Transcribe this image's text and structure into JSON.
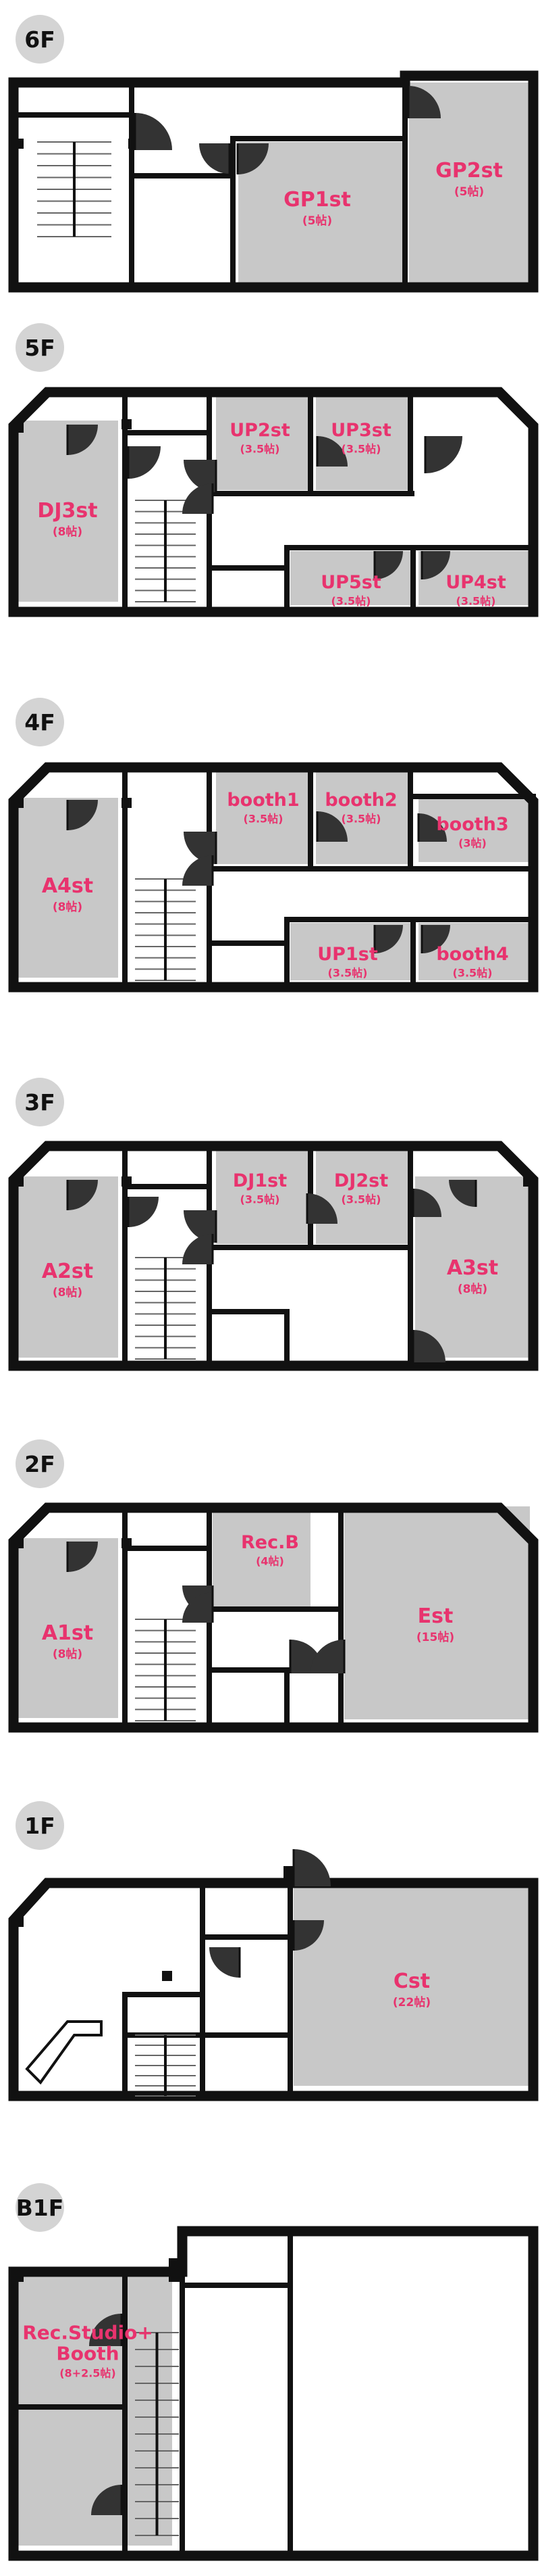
{
  "floors": [
    {
      "label": "6F",
      "rooms": [
        {
          "name": "GP1st",
          "size": "(5帖)"
        },
        {
          "name": "GP2st",
          "size": "(5帖)"
        }
      ]
    },
    {
      "label": "5F",
      "rooms": [
        {
          "name": "DJ3st",
          "size": "(8帖)"
        },
        {
          "name": "UP2st",
          "size": "(3.5帖)"
        },
        {
          "name": "UP3st",
          "size": "(3.5帖)"
        },
        {
          "name": "UP5st",
          "size": "(3.5帖)"
        },
        {
          "name": "UP4st",
          "size": "(3.5帖)"
        }
      ]
    },
    {
      "label": "4F",
      "rooms": [
        {
          "name": "A4st",
          "size": "(8帖)"
        },
        {
          "name": "booth1",
          "size": "(3.5帖)"
        },
        {
          "name": "booth2",
          "size": "(3.5帖)"
        },
        {
          "name": "booth3",
          "size": "(3帖)"
        },
        {
          "name": "UP1st",
          "size": "(3.5帖)"
        },
        {
          "name": "booth4",
          "size": "(3.5帖)"
        }
      ]
    },
    {
      "label": "3F",
      "rooms": [
        {
          "name": "A2st",
          "size": "(8帖)"
        },
        {
          "name": "DJ1st",
          "size": "(3.5帖)"
        },
        {
          "name": "DJ2st",
          "size": "(3.5帖)"
        },
        {
          "name": "A3st",
          "size": "(8帖)"
        }
      ]
    },
    {
      "label": "2F",
      "rooms": [
        {
          "name": "A1st",
          "size": "(8帖)"
        },
        {
          "name": "Rec.B",
          "size": "(4帖)"
        },
        {
          "name": "Est",
          "size": "(15帖)"
        }
      ]
    },
    {
      "label": "1F",
      "rooms": [
        {
          "name": "Cst",
          "size": "(22帖)"
        }
      ]
    },
    {
      "label": "B1F",
      "rooms": [
        {
          "name": "Rec.Studio+\nBooth",
          "size": "(8+2.5帖)"
        }
      ]
    }
  ],
  "colors": {
    "wall": "#111111",
    "room_fill": "#c8c8c8",
    "label": "#e8336e",
    "badge": "#d4d4d4",
    "door": "#333333",
    "stair_line": "#666666"
  }
}
